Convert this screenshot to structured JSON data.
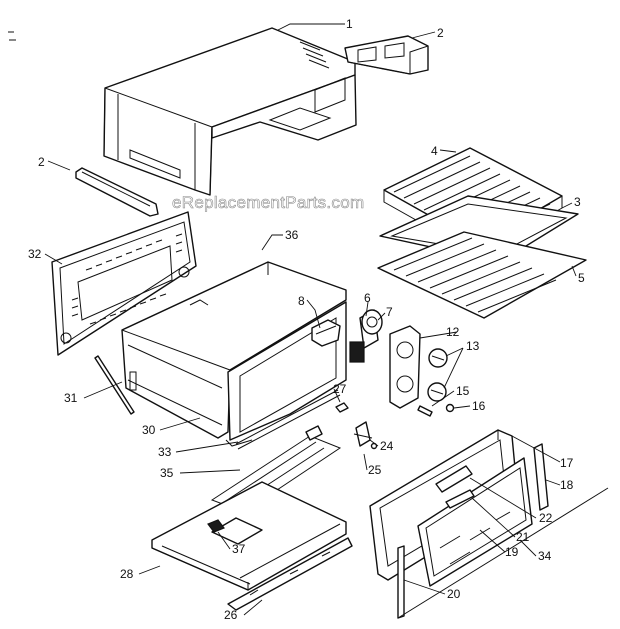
{
  "watermark": "eReplacementParts.com",
  "callouts": {
    "c1": "1",
    "c2a": "2",
    "c2b": "2",
    "c3": "3",
    "c4": "4",
    "c5": "5",
    "c6": "6",
    "c7": "7",
    "c8": "8",
    "c12": "12",
    "c13": "13",
    "c15": "15",
    "c16": "16",
    "c17": "17",
    "c18": "18",
    "c19": "19",
    "c20": "20",
    "c21": "21",
    "c22": "22",
    "c24": "24",
    "c25": "25",
    "c26": "26",
    "c27": "27",
    "c28": "28",
    "c30": "30",
    "c31": "31",
    "c32": "32",
    "c33": "33",
    "c34": "34",
    "c35": "35",
    "c36": "36",
    "c37": "37"
  }
}
